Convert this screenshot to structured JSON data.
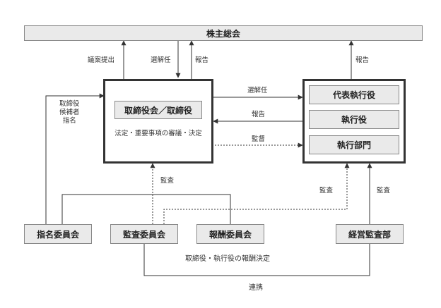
{
  "nodes": {
    "shareholders": "株主総会",
    "board": "取締役会／取締役",
    "board_sub": "法定・重要事項の審議・決定",
    "ceo": "代表執行役",
    "officers": "執行役",
    "execution": "執行部門",
    "nomination": "指名委員会",
    "audit": "監査委員会",
    "compensation": "報酬委員会",
    "internal_audit": "経営監査部"
  },
  "labels": {
    "proposal": "議案提出",
    "elect_board": "選解任",
    "report_board": "報告",
    "report_exec": "報告",
    "candidates": [
      "取締役",
      "候補者",
      "指名"
    ],
    "elect_exec": "選解任",
    "report_to_board": "報告",
    "supervise": "監督",
    "audit_board": "監査",
    "audit_exec": "監査",
    "audit_internal": "監査",
    "compensation_decision": "取締役・執行役の報酬決定",
    "cooperation": "連携"
  }
}
